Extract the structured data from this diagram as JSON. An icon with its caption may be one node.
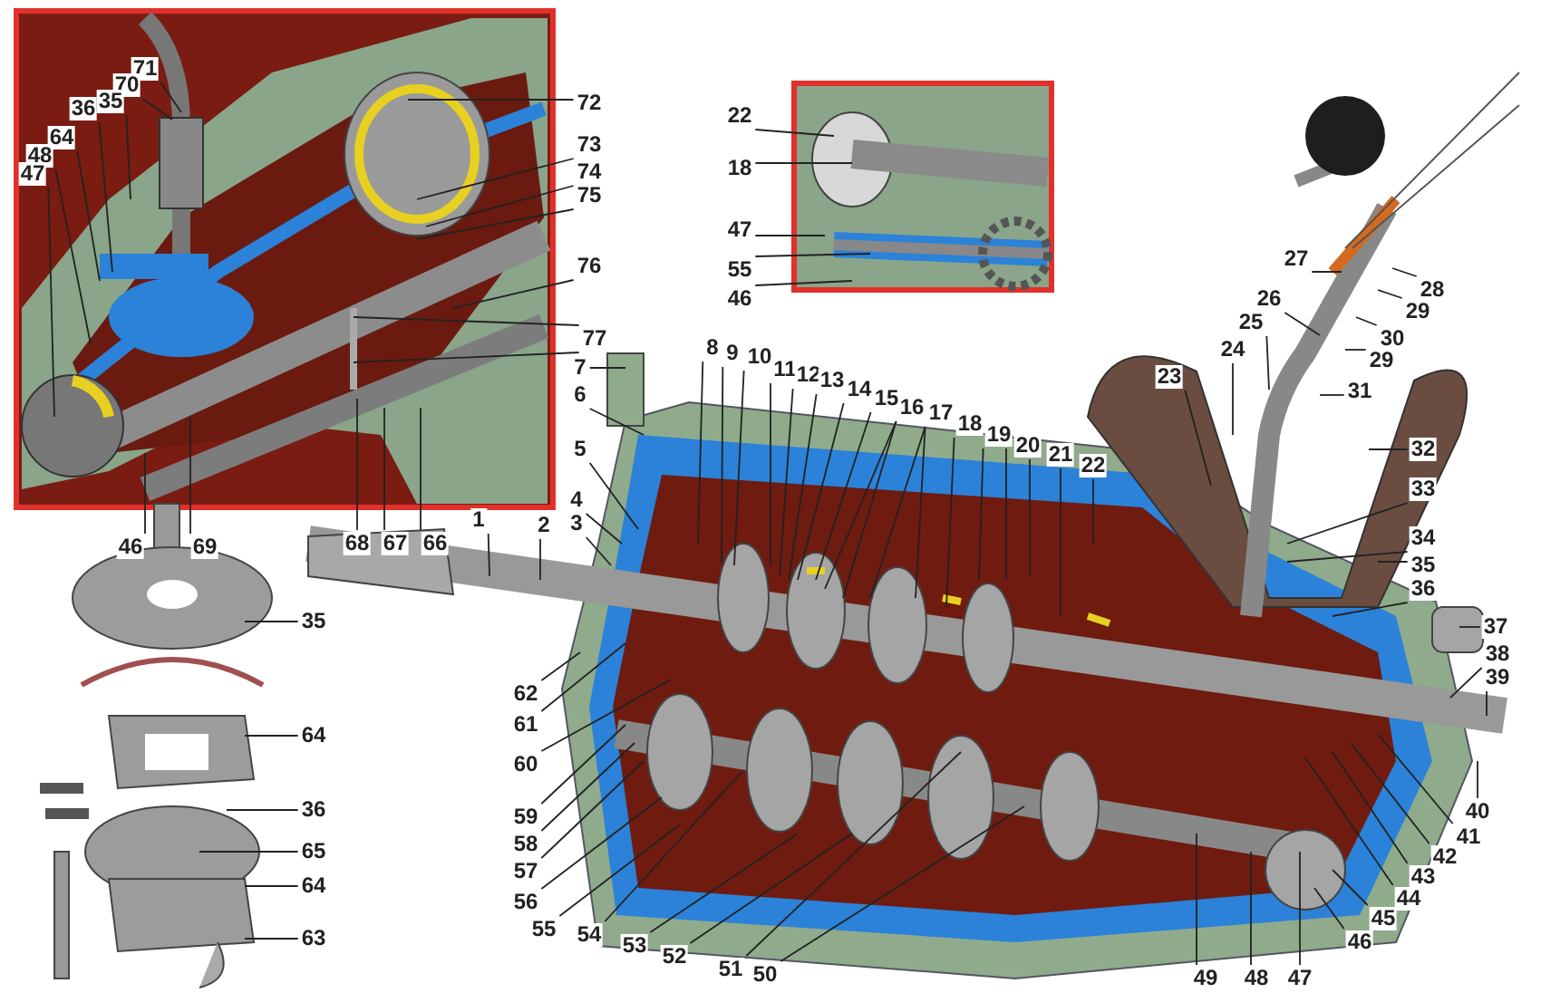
{
  "diagram": {
    "nodes": [
      {
        "text": [
          "71"
        ]
      },
      {
        "text": [
          "70"
        ]
      },
      {
        "text": [
          "35"
        ]
      },
      {
        "text": [
          "36"
        ]
      },
      {
        "text": [
          "64"
        ]
      },
      {
        "text": [
          "48"
        ]
      },
      {
        "text": [
          "47"
        ]
      },
      {
        "text": [
          "72"
        ]
      },
      {
        "text": [
          "73"
        ]
      },
      {
        "text": [
          "74"
        ]
      },
      {
        "text": [
          "75"
        ]
      },
      {
        "text": [
          "76"
        ]
      },
      {
        "text": [
          "77"
        ]
      },
      {
        "text": [
          "46"
        ]
      },
      {
        "text": [
          "69"
        ]
      },
      {
        "text": [
          "68"
        ]
      },
      {
        "text": [
          "67"
        ]
      },
      {
        "text": [
          "66"
        ]
      },
      {
        "text": [
          "22"
        ]
      },
      {
        "text": [
          "18"
        ]
      },
      {
        "text": [
          "47"
        ]
      },
      {
        "text": [
          "55"
        ]
      },
      {
        "text": [
          "46"
        ]
      },
      {
        "text": [
          "1"
        ]
      },
      {
        "text": [
          "2"
        ]
      },
      {
        "text": [
          "3"
        ]
      },
      {
        "text": [
          "4"
        ]
      },
      {
        "text": [
          "5"
        ]
      },
      {
        "text": [
          "6"
        ]
      },
      {
        "text": [
          "7"
        ]
      },
      {
        "text": [
          "8"
        ]
      },
      {
        "text": [
          "9"
        ]
      },
      {
        "text": [
          "10"
        ]
      },
      {
        "text": [
          "11"
        ]
      },
      {
        "text": [
          "12"
        ]
      },
      {
        "text": [
          "13"
        ]
      },
      {
        "text": [
          "14"
        ]
      },
      {
        "text": [
          "15"
        ]
      },
      {
        "text": [
          "16"
        ]
      },
      {
        "text": [
          "17"
        ]
      },
      {
        "text": [
          "18"
        ]
      },
      {
        "text": [
          "19"
        ]
      },
      {
        "text": [
          "20"
        ]
      },
      {
        "text": [
          "21"
        ]
      },
      {
        "text": [
          "22"
        ]
      },
      {
        "text": [
          "23"
        ]
      },
      {
        "text": [
          "24"
        ]
      },
      {
        "text": [
          "25"
        ]
      },
      {
        "text": [
          "26"
        ]
      },
      {
        "text": [
          "27"
        ]
      },
      {
        "text": [
          "28"
        ]
      },
      {
        "text": [
          "29"
        ]
      },
      {
        "text": [
          "30"
        ]
      },
      {
        "text": [
          "29"
        ]
      },
      {
        "text": [
          "31"
        ]
      },
      {
        "text": [
          "32"
        ]
      },
      {
        "text": [
          "33"
        ]
      },
      {
        "text": [
          "34"
        ]
      },
      {
        "text": [
          "35"
        ]
      },
      {
        "text": [
          "36"
        ]
      },
      {
        "text": [
          "37"
        ]
      },
      {
        "text": [
          "38"
        ]
      },
      {
        "text": [
          "39"
        ]
      },
      {
        "text": [
          "40"
        ]
      },
      {
        "text": [
          "41"
        ]
      },
      {
        "text": [
          "42"
        ]
      },
      {
        "text": [
          "43"
        ]
      },
      {
        "text": [
          "44"
        ]
      },
      {
        "text": [
          "45"
        ]
      },
      {
        "text": [
          "46"
        ]
      },
      {
        "text": [
          "47"
        ]
      },
      {
        "text": [
          "48"
        ]
      },
      {
        "text": [
          "49"
        ]
      },
      {
        "text": [
          "50"
        ]
      },
      {
        "text": [
          "51"
        ]
      },
      {
        "text": [
          "52"
        ]
      },
      {
        "text": [
          "53"
        ]
      },
      {
        "text": [
          "54"
        ]
      },
      {
        "text": [
          "55"
        ]
      },
      {
        "text": [
          "56"
        ]
      },
      {
        "text": [
          "57"
        ]
      },
      {
        "text": [
          "58"
        ]
      },
      {
        "text": [
          "59"
        ]
      },
      {
        "text": [
          "60"
        ]
      },
      {
        "text": [
          "61"
        ]
      },
      {
        "text": [
          "62"
        ]
      },
      {
        "text": [
          "35"
        ]
      },
      {
        "text": [
          "64"
        ]
      },
      {
        "text": [
          "36"
        ]
      },
      {
        "text": [
          "65"
        ]
      },
      {
        "text": [
          "64"
        ]
      },
      {
        "text": [
          "63"
        ]
      }
    ],
    "edges": [
      {
        "from": 0,
        "to": null,
        "arrow": "none"
      },
      {
        "from": 1,
        "to": null,
        "arrow": "none"
      },
      {
        "from": 2,
        "to": null,
        "arrow": "none"
      },
      {
        "from": 3,
        "to": null,
        "arrow": "none"
      },
      {
        "from": 4,
        "to": null,
        "arrow": "none"
      },
      {
        "from": 5,
        "to": null,
        "arrow": "none"
      },
      {
        "from": 6,
        "to": null,
        "arrow": "none"
      },
      {
        "from": 7,
        "to": null,
        "arrow": "none"
      },
      {
        "from": 8,
        "to": null,
        "arrow": "none"
      },
      {
        "from": 9,
        "to": null,
        "arrow": "none"
      },
      {
        "from": 10,
        "to": null,
        "arrow": "none"
      },
      {
        "from": 11,
        "to": null,
        "arrow": "none"
      },
      {
        "from": 12,
        "to": null,
        "arrow": "none"
      },
      {
        "from": 12,
        "to": null,
        "arrow": "none"
      },
      {
        "from": 13,
        "to": null,
        "arrow": "none"
      },
      {
        "from": 14,
        "to": null,
        "arrow": "none"
      },
      {
        "from": 15,
        "to": null,
        "arrow": "none"
      },
      {
        "from": 16,
        "to": null,
        "arrow": "none"
      },
      {
        "from": 17,
        "to": null,
        "arrow": "none"
      },
      {
        "from": 18,
        "to": null,
        "arrow": "none"
      },
      {
        "from": 19,
        "to": null,
        "arrow": "none"
      },
      {
        "from": 20,
        "to": null,
        "arrow": "none"
      },
      {
        "from": 21,
        "to": null,
        "arrow": "none"
      },
      {
        "from": 22,
        "to": null,
        "arrow": "none"
      },
      {
        "from": 23,
        "to": null,
        "arrow": "none"
      },
      {
        "from": 24,
        "to": null,
        "arrow": "none"
      },
      {
        "from": 25,
        "to": null,
        "arrow": "none"
      },
      {
        "from": 26,
        "to": null,
        "arrow": "none"
      },
      {
        "from": 27,
        "to": null,
        "arrow": "none"
      },
      {
        "from": 28,
        "to": null,
        "arrow": "none"
      },
      {
        "from": 29,
        "to": null,
        "arrow": "none"
      },
      {
        "from": 30,
        "to": null,
        "arrow": "none"
      },
      {
        "from": 31,
        "to": null,
        "arrow": "none"
      },
      {
        "from": 32,
        "to": null,
        "arrow": "none"
      },
      {
        "from": 33,
        "to": null,
        "arrow": "none"
      },
      {
        "from": 34,
        "to": null,
        "arrow": "none"
      },
      {
        "from": 35,
        "to": null,
        "arrow": "none"
      },
      {
        "from": 36,
        "to": null,
        "arrow": "none"
      },
      {
        "from": 37,
        "to": null,
        "arrow": "none"
      },
      {
        "from": 38,
        "to": null,
        "arrow": "none"
      },
      {
        "from": 38,
        "to": null,
        "arrow": "none"
      },
      {
        "from": 39,
        "to": null,
        "arrow": "none"
      },
      {
        "from": 39,
        "to": null,
        "arrow": "none"
      },
      {
        "from": 40,
        "to": null,
        "arrow": "none"
      },
      {
        "from": 41,
        "to": null,
        "arrow": "none"
      },
      {
        "from": 41,
        "to": null,
        "arrow": "none"
      },
      {
        "from": 42,
        "to": null,
        "arrow": "none"
      },
      {
        "from": 43,
        "to": null,
        "arrow": "none"
      },
      {
        "from": 44,
        "to": null,
        "arrow": "none"
      },
      {
        "from": 45,
        "to": null,
        "arrow": "none"
      },
      {
        "from": 46,
        "to": null,
        "arrow": "none"
      },
      {
        "from": 47,
        "to": null,
        "arrow": "none"
      },
      {
        "from": 48,
        "to": null,
        "arrow": "none"
      },
      {
        "from": 49,
        "to": null,
        "arrow": "none"
      },
      {
        "from": 50,
        "to": null,
        "arrow": "none"
      },
      {
        "from": 51,
        "to": null,
        "arrow": "none"
      },
      {
        "from": 52,
        "to": null,
        "arrow": "none"
      },
      {
        "from": 53,
        "to": null,
        "arrow": "none"
      },
      {
        "from": 54,
        "to": null,
        "arrow": "none"
      },
      {
        "from": 55,
        "to": null,
        "arrow": "none"
      },
      {
        "from": 56,
        "to": null,
        "arrow": "none"
      },
      {
        "from": 57,
        "to": null,
        "arrow": "none"
      },
      {
        "from": 58,
        "to": null,
        "arrow": "none"
      },
      {
        "from": 59,
        "to": null,
        "arrow": "none"
      },
      {
        "from": 60,
        "to": null,
        "arrow": "none"
      },
      {
        "from": 61,
        "to": null,
        "arrow": "none"
      },
      {
        "from": 62,
        "to": null,
        "arrow": "none"
      },
      {
        "from": 63,
        "to": null,
        "arrow": "none"
      },
      {
        "from": 64,
        "to": null,
        "arrow": "none"
      },
      {
        "from": 65,
        "to": null,
        "arrow": "none"
      },
      {
        "from": 66,
        "to": null,
        "arrow": "none"
      },
      {
        "from": 67,
        "to": null,
        "arrow": "none"
      },
      {
        "from": 68,
        "to": null,
        "arrow": "none"
      },
      {
        "from": 69,
        "to": null,
        "arrow": "none"
      },
      {
        "from": 70,
        "to": null,
        "arrow": "none"
      },
      {
        "from": 71,
        "to": null,
        "arrow": "none"
      },
      {
        "from": 72,
        "to": null,
        "arrow": "none"
      },
      {
        "from": 73,
        "to": null,
        "arrow": "none"
      },
      {
        "from": 74,
        "to": null,
        "arrow": "none"
      },
      {
        "from": 75,
        "to": null,
        "arrow": "none"
      },
      {
        "from": 76,
        "to": null,
        "arrow": "none"
      },
      {
        "from": 77,
        "to": null,
        "arrow": "none"
      },
      {
        "from": 78,
        "to": null,
        "arrow": "none"
      },
      {
        "from": 79,
        "to": null,
        "arrow": "none"
      },
      {
        "from": 80,
        "to": null,
        "arrow": "none"
      },
      {
        "from": 81,
        "to": null,
        "arrow": "none"
      },
      {
        "from": 82,
        "to": null,
        "arrow": "none"
      },
      {
        "from": 83,
        "to": null,
        "arrow": "none"
      },
      {
        "from": 84,
        "to": null,
        "arrow": "none"
      },
      {
        "from": 85,
        "to": null,
        "arrow": "none"
      },
      {
        "from": 86,
        "to": null,
        "arrow": "none"
      },
      {
        "from": 87,
        "to": null,
        "arrow": "none"
      },
      {
        "from": 88,
        "to": null,
        "arrow": "none"
      },
      {
        "from": 89,
        "to": null,
        "arrow": "none"
      },
      {
        "from": 90,
        "to": null,
        "arrow": "none"
      },
      {
        "from": 91,
        "to": null,
        "arrow": "none"
      }
    ]
  }
}
